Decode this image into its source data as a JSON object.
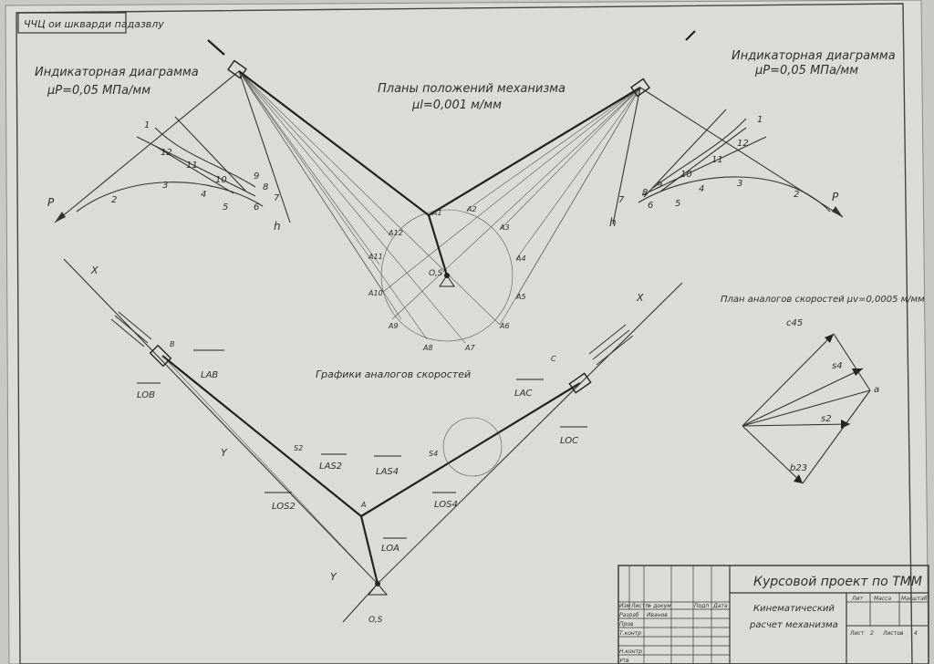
{
  "header": {
    "rotated_stamp": "ЧЧЦ ои шкварди падазвлу"
  },
  "indicator_left": {
    "title": "Индикаторная диаграмма",
    "scale": "μP=0,05 МПа/мм",
    "axis_p": "P",
    "axis_h": "h",
    "points": [
      "1",
      "2",
      "3",
      "4",
      "5",
      "6",
      "7",
      "8",
      "9",
      "10",
      "11",
      "12"
    ]
  },
  "indicator_right": {
    "title": "Индикаторная диаграмма",
    "scale": "μP=0,05 МПа/мм",
    "axis_p": "P",
    "axis_h": "h",
    "points": [
      "1",
      "2",
      "3",
      "4",
      "5",
      "6",
      "7",
      "8",
      "9",
      "10",
      "11",
      "12"
    ]
  },
  "mechanism_plans": {
    "title": "Планы положений механизма",
    "scale": "μl=0,001 м/мм",
    "pivot": "O,S",
    "crank_points": [
      "A1",
      "A2",
      "A3",
      "A4",
      "A5",
      "A6",
      "A7",
      "A8",
      "A9",
      "A10",
      "A11",
      "A12"
    ]
  },
  "velocity_plan": {
    "title": "План аналогов скоростей μv=0,0005 м/мм",
    "labels": {
      "c45": "c45",
      "s4": "s4",
      "a": "a",
      "s2": "s2",
      "b23": "b23"
    }
  },
  "velocity_graphs": {
    "title": "Графики аналогов скоростей",
    "labels": {
      "X_left": "X",
      "X_right": "X",
      "Y_left": "Y",
      "Y_bottom": "Y",
      "B": "B",
      "C": "C",
      "A": "A",
      "OS": "O,S",
      "S2": "S2",
      "S4": "S4",
      "LOB": "LOB",
      "LAB": "LAB",
      "LAS2": "LAS2",
      "LAS4": "LAS4",
      "LOS2": "LOS2",
      "LOS4": "LOS4",
      "LOA": "LOA",
      "LAC": "LAC",
      "LOC": "LOC"
    }
  },
  "title_block": {
    "project": "Курсовой проект по ТММ",
    "subject_line1": "Кинематический",
    "subject_line2": "расчет механизма",
    "col_headers": [
      "Изм",
      "Лист",
      "№ докум",
      "Подп",
      "Дата"
    ],
    "rows": [
      "Разраб",
      "Пров",
      "Т.контр",
      "",
      "Н.контр",
      "Утв"
    ],
    "developer": "Иванов",
    "right_headers": [
      "Лит",
      "Масса",
      "Масштаб"
    ],
    "sheet_label": "Лист",
    "sheet_no": "2",
    "sheets_label": "Листов",
    "sheets_total": "4"
  }
}
